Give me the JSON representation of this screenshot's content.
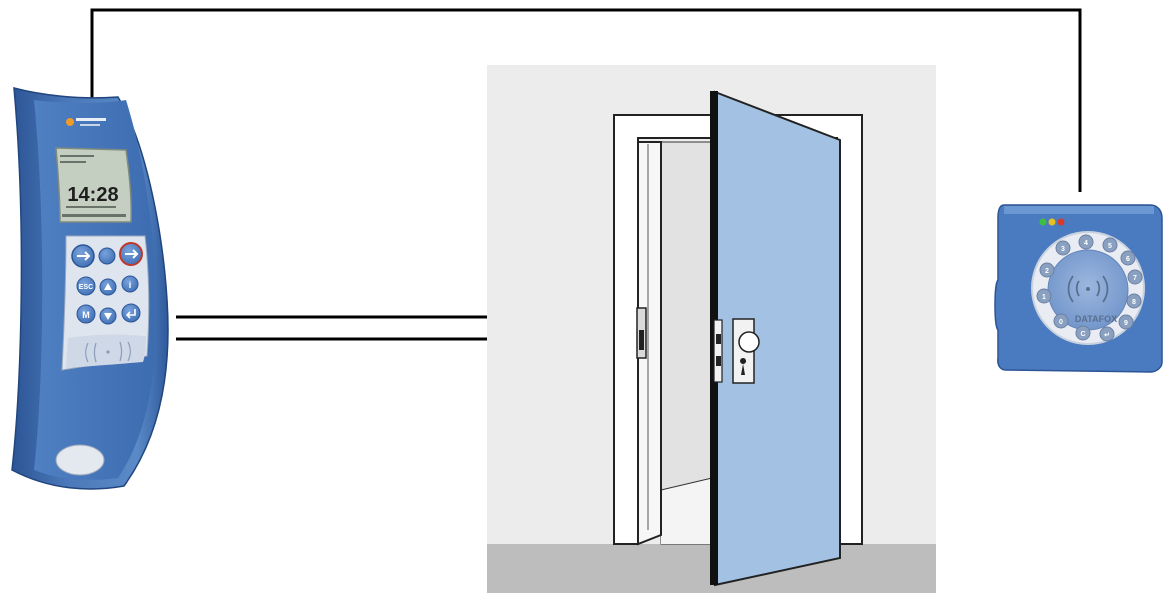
{
  "terminal": {
    "clock": "14:28",
    "keys": [
      "ESC",
      "M"
    ],
    "colors": {
      "body": "#4a78b8",
      "body_edge": "#2c5596",
      "screen": "#c4cfc2",
      "button": "#4d7fc6"
    }
  },
  "reader": {
    "brand": "DATAFOX",
    "keypad": [
      "4",
      "5",
      "6",
      "7",
      "8",
      "9",
      "3",
      "2",
      "1",
      "0",
      "C",
      "↵"
    ],
    "leds": [
      "#3fbf3f",
      "#e6c21a",
      "#d63a2a"
    ],
    "colors": {
      "body": "#4a7bc0",
      "ring": "#e9edf3",
      "pad": "#88a7d6"
    }
  },
  "door": {
    "colors": {
      "leaf": "#a3c2e3",
      "frame": "#ffffff",
      "wall": "#ececec",
      "floor": "#bdbdbd",
      "edge": "#111111"
    }
  },
  "wiring": {
    "color": "#000000"
  }
}
